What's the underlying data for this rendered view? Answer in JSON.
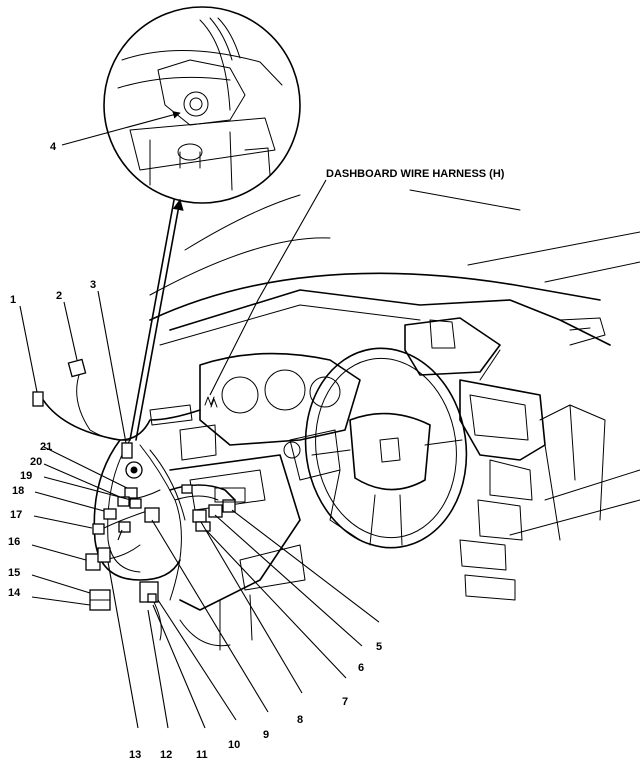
{
  "harness_label": "DASHBOARD WIRE HARNESS (H)",
  "callouts": [
    "1",
    "2",
    "3",
    "4",
    "5",
    "6",
    "7",
    "8",
    "9",
    "10",
    "11",
    "12",
    "13",
    "14",
    "15",
    "16",
    "17",
    "18",
    "19",
    "20",
    "21"
  ]
}
